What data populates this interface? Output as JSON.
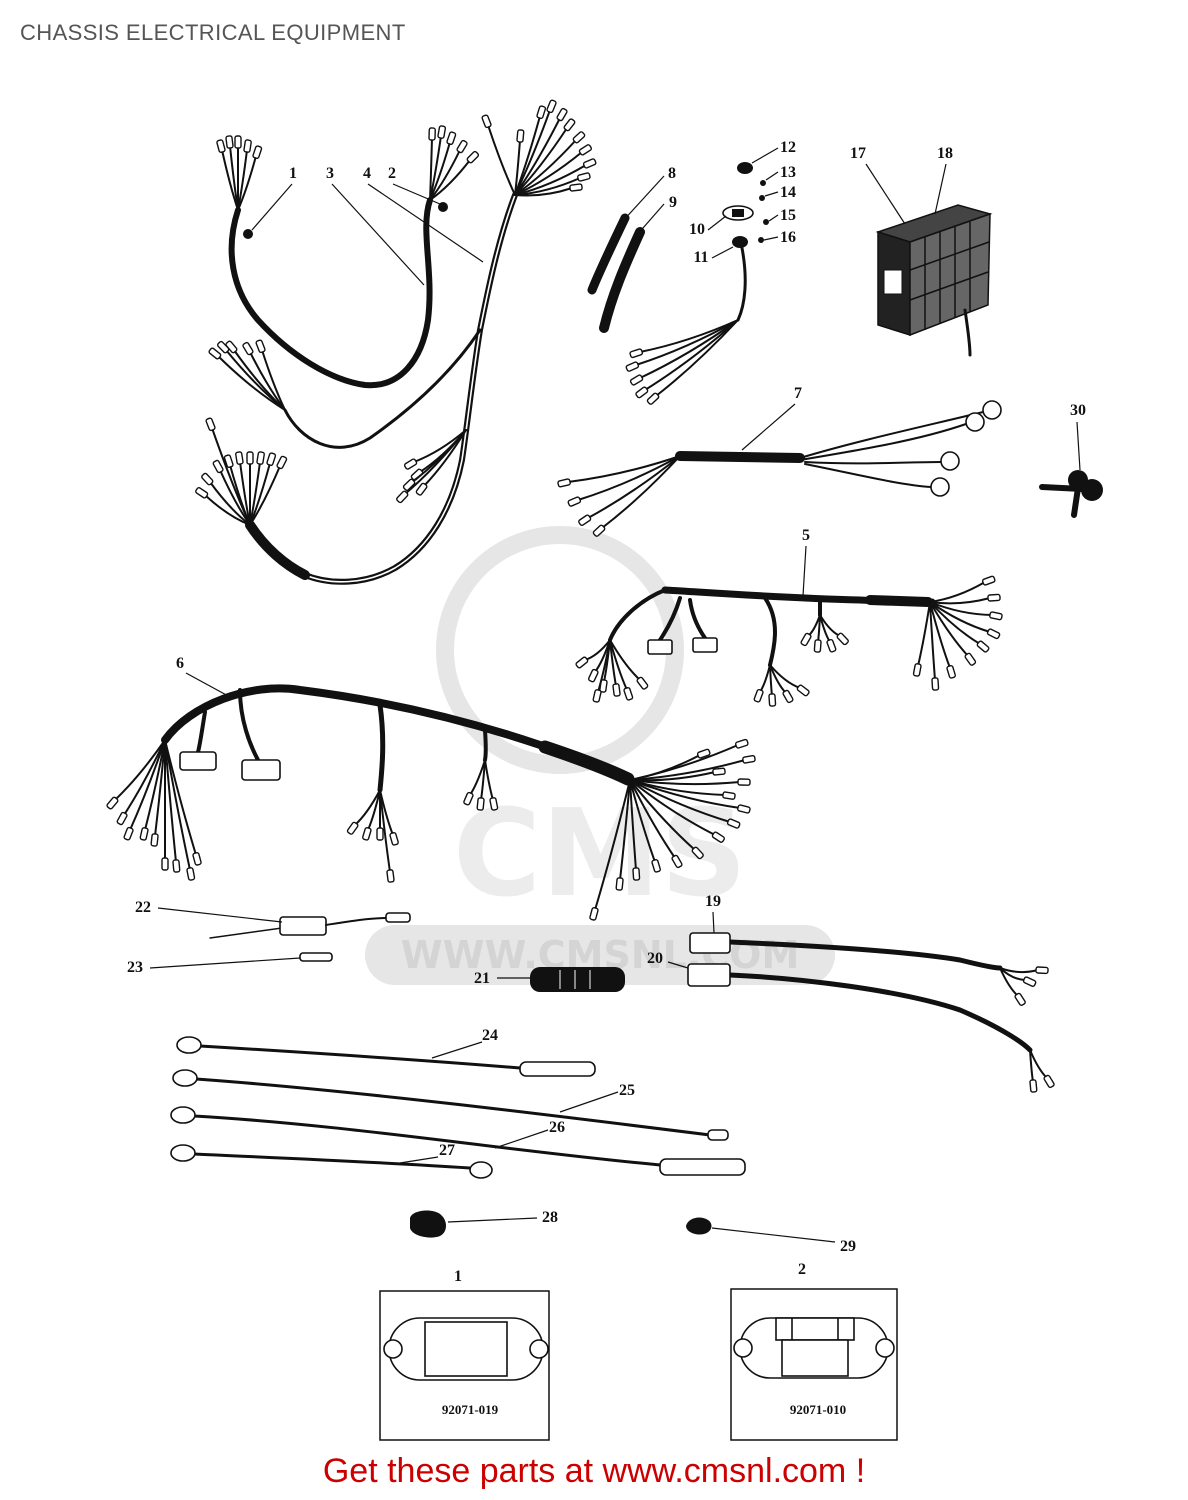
{
  "page": {
    "title": "CHASSIS ELECTRICAL EQUIPMENT"
  },
  "callouts": {
    "p1": "1",
    "p2": "2",
    "p3": "3",
    "p4": "4",
    "p5": "5",
    "p6": "6",
    "p7": "7",
    "p8": "8",
    "p9": "9",
    "p10": "10",
    "p11": "11",
    "p12": "12",
    "p13": "13",
    "p14": "14",
    "p15": "15",
    "p16": "16",
    "p17": "17",
    "p18": "18",
    "p19": "19",
    "p20": "20",
    "p21": "21",
    "p22": "22",
    "p23": "23",
    "p24": "24",
    "p25": "25",
    "p26": "26",
    "p27": "27",
    "p28": "28",
    "p29": "29",
    "p30": "30"
  },
  "insets": [
    {
      "label": "1",
      "part_number": "92071-019"
    },
    {
      "label": "2",
      "part_number": "92071-010"
    }
  ],
  "watermark": {
    "logo": "CMS",
    "url": "WWW.CMSNL.COM"
  },
  "footer": {
    "text": "Get these parts at www.cmsnl.com !"
  },
  "colors": {
    "title": "#555555",
    "footer": "#cc0000",
    "ink": "#111111",
    "watermark": "#e6e6e6"
  }
}
